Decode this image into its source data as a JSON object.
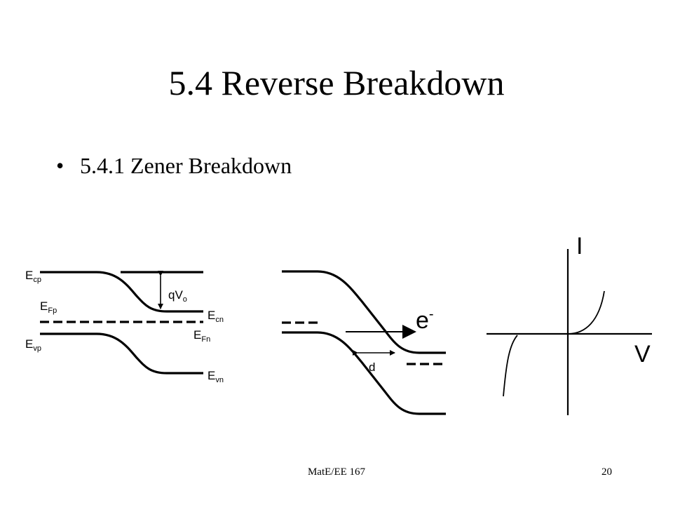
{
  "slide": {
    "title": "5.4 Reverse Breakdown",
    "bullet_symbol": "•",
    "bullet": "5.4.1 Zener Breakdown",
    "footer_left": "MatE/EE 167",
    "page_number": "20"
  },
  "diagram1": {
    "labels": {
      "ecp": {
        "main": "E",
        "sub": "cp"
      },
      "efp": {
        "main": "E",
        "sub": "Fp"
      },
      "evp": {
        "main": "E",
        "sub": "vp"
      },
      "qvo": {
        "main": "qV",
        "sub": "o"
      },
      "ecn": {
        "main": "E",
        "sub": "cn"
      },
      "efn": {
        "main": "E",
        "sub": "Fn"
      },
      "evn": {
        "main": "E",
        "sub": "vn"
      }
    }
  },
  "diagram2": {
    "electron": {
      "main": "e",
      "sup": "-"
    },
    "distance": "d"
  },
  "iv_plot": {
    "x_label": "V",
    "y_label": "I"
  }
}
